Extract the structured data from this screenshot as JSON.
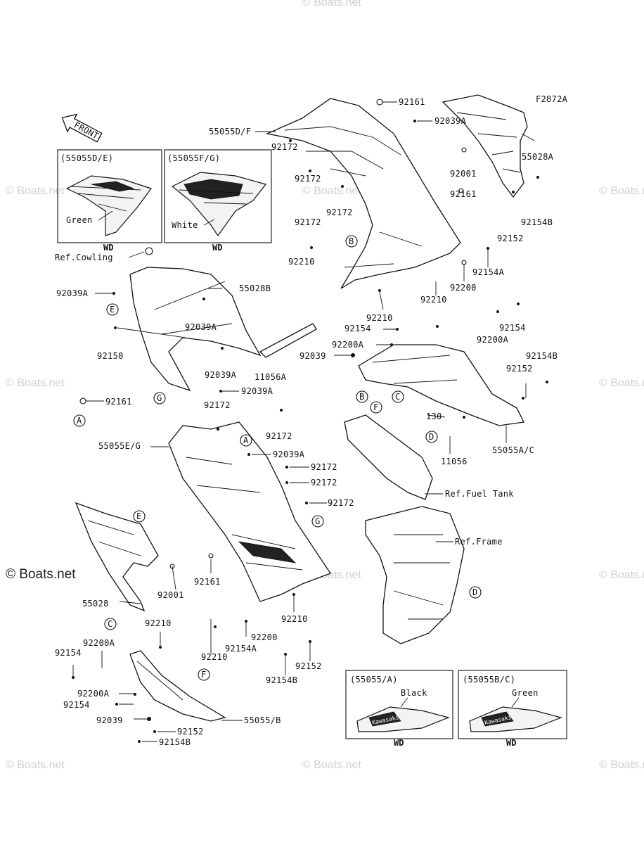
{
  "figure_code": "F2872A",
  "watermark": "© Boats.net",
  "front_label": "FRONT",
  "labels": {
    "l92161_top": "92161",
    "l92039A_top": "92039A",
    "l55055DF": "55055D/F",
    "l92172_a": "92172",
    "l92172_b": "92172",
    "l92172_c": "92172",
    "l92172_d": "92172",
    "l92001_top": "92001",
    "l92161_mid": "92161",
    "l55028A": "55028A",
    "l92154B_top": "92154B",
    "l92152_top": "92152",
    "l92154A_top": "92154A",
    "l92200_top": "92200",
    "l92210_top": "92210",
    "l92210_mid": "92210",
    "l92210_mid2": "92210",
    "l92154_mid": "92154",
    "l92154_right": "92154",
    "l92200A_right": "92200A",
    "l92200A_mid": "92200A",
    "l92039_mid": "92039",
    "l92154B_right": "92154B",
    "l92152_right": "92152",
    "l130": "130",
    "l11056": "11056",
    "l55055AC": "55055A/C",
    "lRefCowling": "Ref.Cowling",
    "l92039A_left": "92039A",
    "l55028B": "55028B",
    "l92039A_c": "92039A",
    "l92150": "92150",
    "l11056A": "11056A",
    "l92039A_d": "92039A",
    "l92039A_e": "92039A",
    "l92161_left": "92161",
    "l92172_e": "92172",
    "l55055EG": "55055E/G",
    "l92172_f": "92172",
    "l92039A_f": "92039A",
    "l92172_g": "92172",
    "l92172_h": "92172",
    "l92172_i": "92172",
    "lRefFuelTank": "Ref.Fuel Tank",
    "lRefFrame": "Ref.Frame",
    "l92001_low": "92001",
    "l92161_low": "92161",
    "l55028": "55028",
    "l92210_low": "92210",
    "l92210_low2": "92210",
    "l92210_low3": "92210",
    "l92200A_low": "92200A",
    "l92154_low": "92154",
    "l92200_low": "92200",
    "l92154A_low": "92154A",
    "l92152_low": "92152",
    "l92154B_low": "92154B",
    "l92200A_low2": "92200A",
    "l92154_low2": "92154",
    "l92039_low": "92039",
    "l55055B": "55055/B",
    "l92152_low2": "92152",
    "l92154B_low2": "92154B"
  },
  "callouts": [
    "A",
    "B",
    "C",
    "D",
    "E",
    "F",
    "G"
  ],
  "insets": [
    {
      "title": "(55055D/E)",
      "color_label": "Green",
      "footer": "WD"
    },
    {
      "title": "(55055F/G)",
      "color_label": "White",
      "footer": "WD"
    },
    {
      "title": "(55055/A)",
      "color_label": "Black",
      "footer": "WD"
    },
    {
      "title": "(55055B/C)",
      "color_label": "Green",
      "footer": "WD"
    }
  ],
  "decal_text": "Kawasaki"
}
